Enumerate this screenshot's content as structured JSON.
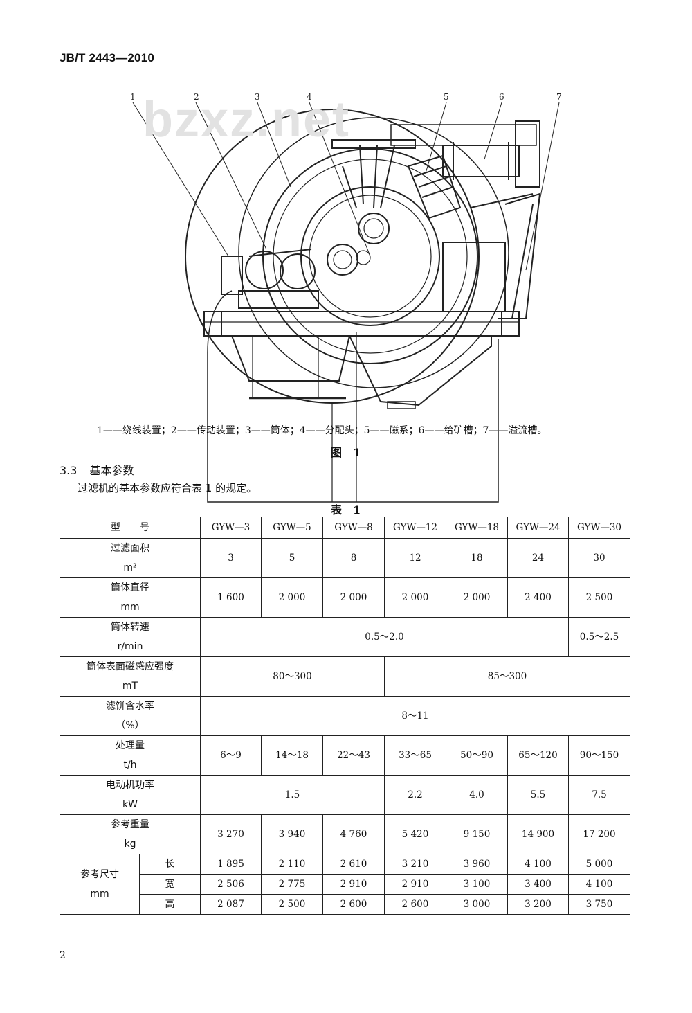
{
  "header": {
    "standard_code": "JB/T 2443—2010"
  },
  "watermark": "bzxz.net",
  "figure": {
    "callouts": [
      "1",
      "2",
      "3",
      "4",
      "5",
      "6",
      "7"
    ],
    "legend": "1——绕线装置；2——传动装置；3——筒体；4——分配头；5——磁系；6——给矿槽；7——溢流槽。",
    "caption": "图　1"
  },
  "section": {
    "number": "3.3",
    "title": "基本参数",
    "body": "过滤机的基本参数应符合表 1 的规定。"
  },
  "table": {
    "title": "表　1",
    "model_label": "型　　号",
    "models": [
      "GYW—3",
      "GYW—5",
      "GYW—8",
      "GYW—12",
      "GYW—18",
      "GYW—24",
      "GYW—30"
    ],
    "rows": {
      "area": {
        "label": "过滤面积",
        "unit": "m²",
        "values": [
          "3",
          "5",
          "8",
          "12",
          "18",
          "24",
          "30"
        ]
      },
      "diameter": {
        "label": "筒体直径",
        "unit": "mm",
        "values": [
          "1 600",
          "2 000",
          "2 000",
          "2 000",
          "2 000",
          "2 400",
          "2 500"
        ]
      },
      "speed": {
        "label": "筒体转速",
        "unit": "r/min",
        "values": [
          "0.5～2.0",
          "0.5～2.5"
        ]
      },
      "magnetic": {
        "label": "筒体表面磁感应强度",
        "unit": "mT",
        "values": [
          "80～300",
          "85～300"
        ]
      },
      "moisture": {
        "label": "滤饼含水率",
        "unit": "（%）",
        "values": [
          "8～11"
        ]
      },
      "capacity": {
        "label": "处理量",
        "unit": "t/h",
        "values": [
          "6～9",
          "14～18",
          "22～43",
          "33～65",
          "50～90",
          "65～120",
          "90～150"
        ]
      },
      "power": {
        "label": "电动机功率",
        "unit": "kW",
        "values": [
          "1.5",
          "2.2",
          "4.0",
          "5.5",
          "7.5"
        ]
      },
      "weight": {
        "label": "参考重量",
        "unit": "kg",
        "values": [
          "3 270",
          "3 940",
          "4 760",
          "5 420",
          "9 150",
          "14 900",
          "17 200"
        ]
      },
      "dims": {
        "label": "参考尺寸",
        "unit": "mm",
        "length": {
          "label": "长",
          "values": [
            "1 895",
            "2 110",
            "2 610",
            "3 210",
            "3 960",
            "4 100",
            "5 000"
          ]
        },
        "width": {
          "label": "宽",
          "values": [
            "2 506",
            "2 775",
            "2 910",
            "2 910",
            "3 100",
            "3 400",
            "4 100"
          ]
        },
        "height": {
          "label": "高",
          "values": [
            "2 087",
            "2 500",
            "2 600",
            "2 600",
            "3 000",
            "3 200",
            "3 750"
          ]
        }
      }
    }
  },
  "page_number": "2"
}
